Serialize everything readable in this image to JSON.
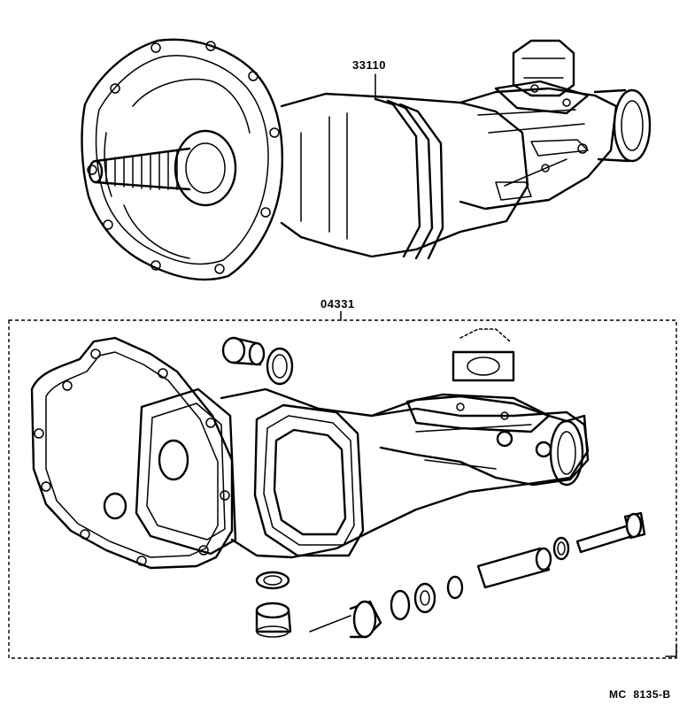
{
  "labels": {
    "assembly_part_no": "33110",
    "kit_part_no": "04331",
    "figure_code": "MC  8135-B"
  },
  "colors": {
    "line": "#000000",
    "background": "#ffffff"
  }
}
